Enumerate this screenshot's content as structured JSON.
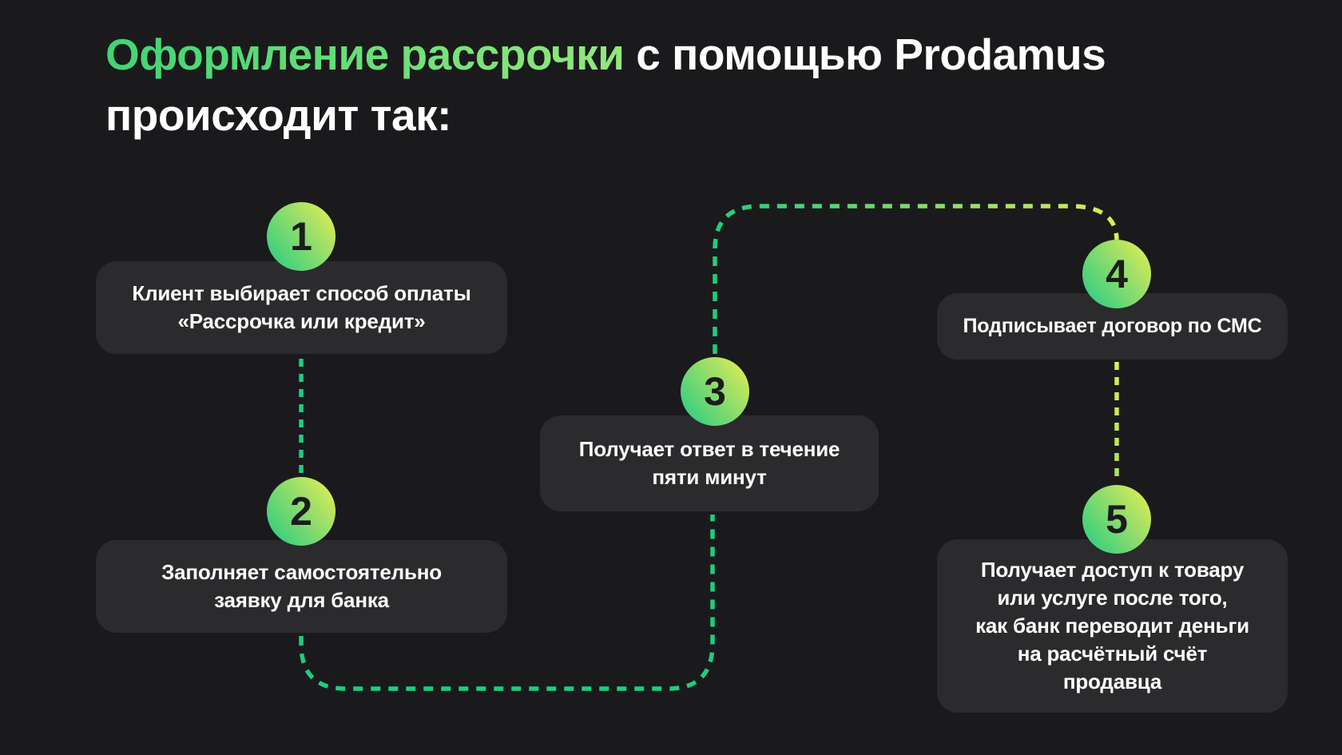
{
  "title": {
    "highlight": "Оформление рассрочки",
    "rest": " с помощью Prodamus",
    "line2": "происходит так:"
  },
  "steps": [
    {
      "number": "1",
      "lines": [
        "Клиент выбирает способ оплаты",
        "«Рассрочка или кредит»"
      ]
    },
    {
      "number": "2",
      "lines": [
        "Заполняет самостоятельно",
        "заявку для банка"
      ]
    },
    {
      "number": "3",
      "lines": [
        "Получает ответ в течение",
        "пяти минут"
      ]
    },
    {
      "number": "4",
      "lines": [
        "Подписывает договор по СМС"
      ]
    },
    {
      "number": "5",
      "lines": [
        "Получает доступ к товару",
        "или услуге после того,",
        "как банк переводит деньги",
        "на расчётный счёт",
        "продавца"
      ]
    }
  ],
  "colors": {
    "bg": "#1a1a1c",
    "card": "#2b2b2d",
    "text": "#ffffff",
    "num": "#1c1c1e",
    "green": "#1ecd7d",
    "yellow": "#dcec55",
    "grad-a": "#21cc83",
    "grad-b": "#e9f24e",
    "title-a": "#40d475",
    "title-b": "#93e97b"
  }
}
